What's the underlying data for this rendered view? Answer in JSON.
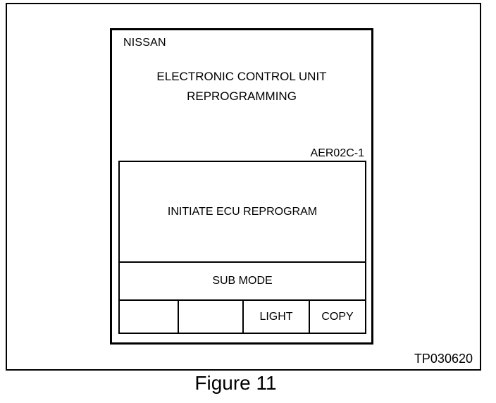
{
  "tool": {
    "brand": "NISSAN",
    "title_line1": "ELECTRONIC CONTROL UNIT",
    "title_line2": "REPROGRAMMING",
    "screen_code": "AER02C-1"
  },
  "panel": {
    "message": "INITIATE ECU REPROGRAM",
    "submode_label": "SUB MODE",
    "softkeys": [
      "",
      "",
      "LIGHT",
      "COPY"
    ]
  },
  "figure": {
    "ref_code": "TP030620",
    "caption": "Figure 11"
  }
}
